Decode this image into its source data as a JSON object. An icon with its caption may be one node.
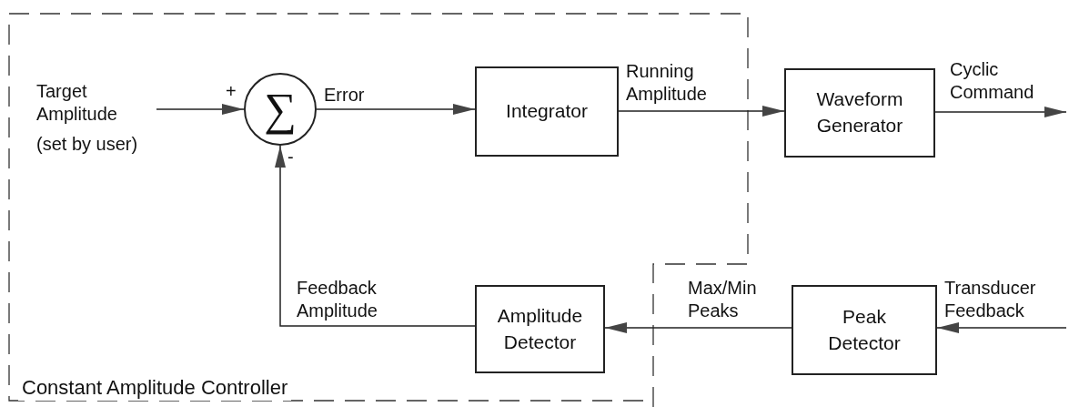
{
  "diagram": {
    "nodes": [
      {
        "text": [
          "Constant Amplitude Controller"
        ]
      },
      {
        "text": [
          "Target Amplitude",
          "(set by user)"
        ],
        "in": 0
      },
      {
        "text": [
          "∑"
        ],
        "in": 0
      },
      {
        "text": [
          "Integrator"
        ],
        "in": 0
      },
      {
        "text": [
          "Waveform Generator"
        ]
      },
      {
        "text": [
          "Amplitude Detector"
        ],
        "in": 0
      },
      {
        "text": [
          "Peak Detector"
        ]
      }
    ],
    "edges": [
      {
        "from": 1,
        "to": 2,
        "arrow": "to"
      },
      {
        "from": 2,
        "to": 3,
        "arrow": "to",
        "label": "Error"
      },
      {
        "from": 3,
        "to": 4,
        "arrow": "to",
        "label": "Running Amplitude"
      },
      {
        "from": 4,
        "to": null,
        "arrow": "to",
        "label": "Cyclic Command"
      },
      {
        "from": null,
        "to": 6,
        "arrow": "to",
        "label": "Transducer Feedback"
      },
      {
        "from": 6,
        "to": 5,
        "arrow": "to",
        "label": "Max/Min Peaks"
      },
      {
        "from": 5,
        "to": 2,
        "arrow": "to",
        "label": "Feedback Amplitude"
      }
    ],
    "labels": [
      "+",
      "-"
    ]
  }
}
